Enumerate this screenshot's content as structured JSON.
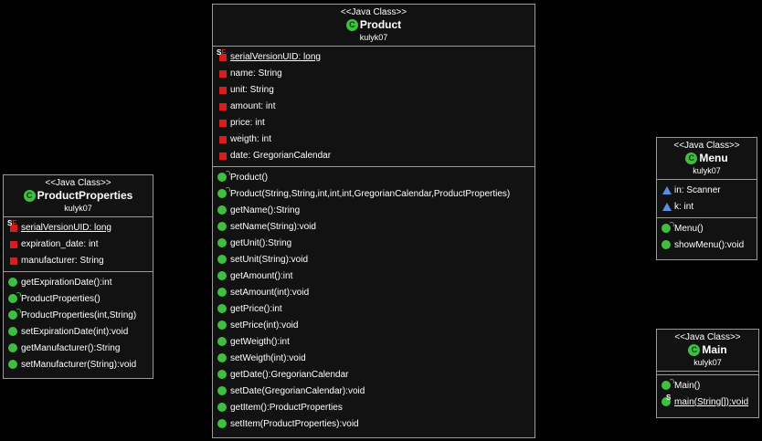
{
  "colors": {
    "background": "#000000",
    "box_fill": "#121212",
    "border": "#9a9a9a",
    "field_private": "#d41f1f",
    "method_public": "#3fbf3f",
    "field_package": "#5b8fe6"
  },
  "classes": {
    "product": {
      "stereotype": "<<Java Class>>",
      "name": "Product",
      "package": "kulyk07",
      "fields": [
        {
          "text": "serialVersionUID: long",
          "icon": "static-final-private-field-icon"
        },
        {
          "text": "name: String",
          "icon": "private-field-icon"
        },
        {
          "text": "unit: String",
          "icon": "private-field-icon"
        },
        {
          "text": "amount: int",
          "icon": "private-field-icon"
        },
        {
          "text": "price: int",
          "icon": "private-field-icon"
        },
        {
          "text": "weigth: int",
          "icon": "private-field-icon"
        },
        {
          "text": "date: GregorianCalendar",
          "icon": "private-field-icon"
        }
      ],
      "methods": [
        {
          "text": "Product()",
          "icon": "constructor-icon"
        },
        {
          "text": "Product(String,String,int,int,int,GregorianCalendar,ProductProperties)",
          "icon": "constructor-icon"
        },
        {
          "text": "getName():String",
          "icon": "public-method-icon"
        },
        {
          "text": "setName(String):void",
          "icon": "public-method-icon"
        },
        {
          "text": "getUnit():String",
          "icon": "public-method-icon"
        },
        {
          "text": "setUnit(String):void",
          "icon": "public-method-icon"
        },
        {
          "text": "getAmount():int",
          "icon": "public-method-icon"
        },
        {
          "text": "setAmount(int):void",
          "icon": "public-method-icon"
        },
        {
          "text": "getPrice():int",
          "icon": "public-method-icon"
        },
        {
          "text": "setPrice(int):void",
          "icon": "public-method-icon"
        },
        {
          "text": "getWeigth():int",
          "icon": "public-method-icon"
        },
        {
          "text": "setWeigth(int):void",
          "icon": "public-method-icon"
        },
        {
          "text": "getDate():GregorianCalendar",
          "icon": "public-method-icon"
        },
        {
          "text": "setDate(GregorianCalendar):void",
          "icon": "public-method-icon"
        },
        {
          "text": "getItem():ProductProperties",
          "icon": "public-method-icon"
        },
        {
          "text": "setItem(ProductProperties):void",
          "icon": "public-method-icon"
        }
      ]
    },
    "product_properties": {
      "stereotype": "<<Java Class>>",
      "name": "ProductProperties",
      "package": "kulyk07",
      "fields": [
        {
          "text": "serialVersionUID: long",
          "icon": "static-final-private-field-icon"
        },
        {
          "text": "expiration_date: int",
          "icon": "private-field-icon"
        },
        {
          "text": "manufacturer: String",
          "icon": "private-field-icon"
        }
      ],
      "methods": [
        {
          "text": "getExpirationDate():int",
          "icon": "public-method-icon"
        },
        {
          "text": "ProductProperties()",
          "icon": "constructor-icon"
        },
        {
          "text": "ProductProperties(int,String)",
          "icon": "constructor-icon"
        },
        {
          "text": "setExpirationDate(int):void",
          "icon": "public-method-icon"
        },
        {
          "text": "getManufacturer():String",
          "icon": "public-method-icon"
        },
        {
          "text": "setManufacturer(String):void",
          "icon": "public-method-icon"
        }
      ]
    },
    "menu": {
      "stereotype": "<<Java Class>>",
      "name": "Menu",
      "package": "kulyk07",
      "fields": [
        {
          "text": "in: Scanner",
          "icon": "package-field-icon"
        },
        {
          "text": "k: int",
          "icon": "package-field-icon"
        }
      ],
      "methods": [
        {
          "text": "Menu()",
          "icon": "constructor-icon"
        },
        {
          "text": "showMenu():void",
          "icon": "public-method-icon"
        }
      ]
    },
    "main": {
      "stereotype": "<<Java Class>>",
      "name": "Main",
      "package": "kulyk07",
      "methods": [
        {
          "text": "Main()",
          "icon": "constructor-icon"
        },
        {
          "text": "main(String[]):void",
          "icon": "static-method-icon"
        }
      ]
    }
  }
}
